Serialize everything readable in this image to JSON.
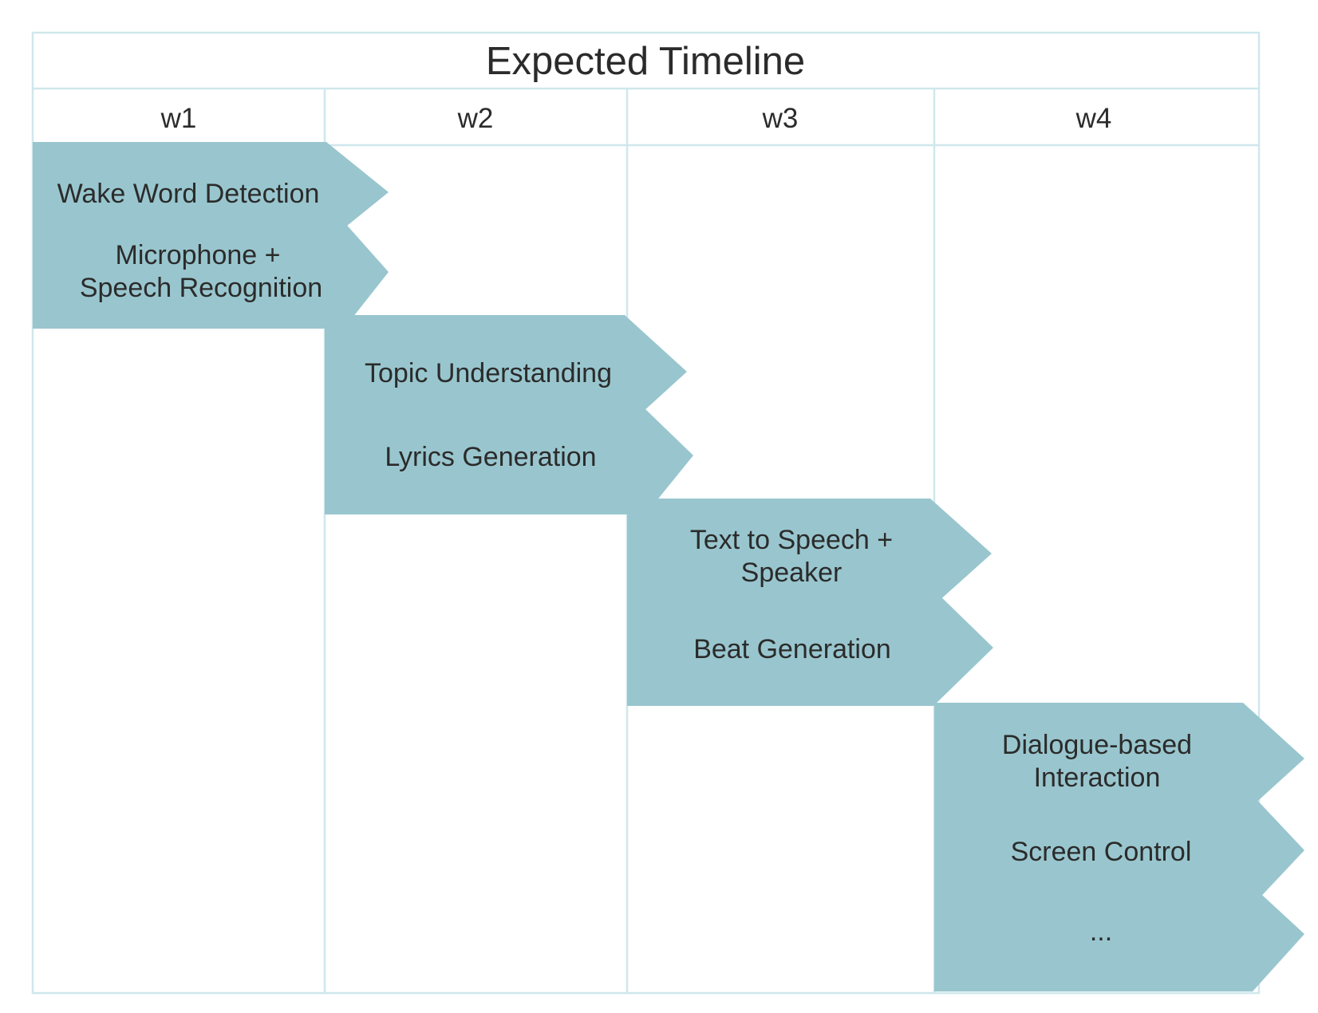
{
  "title": "Expected Timeline",
  "colors": {
    "grid": "#cfe7ec",
    "arrow_fill": "#99c6ce",
    "text": "#2b2b2b",
    "background": "#ffffff"
  },
  "weeks": [
    "w1",
    "w2",
    "w3",
    "w4"
  ],
  "tasks": [
    {
      "lines": [
        "Wake Word Detection"
      ],
      "week": "w1"
    },
    {
      "lines": [
        "Microphone +",
        "Speech Recognition"
      ],
      "week": "w1"
    },
    {
      "lines": [
        "Topic Understanding"
      ],
      "week": "w2"
    },
    {
      "lines": [
        "Lyrics Generation"
      ],
      "week": "w2"
    },
    {
      "lines": [
        "Text to Speech +",
        "Speaker"
      ],
      "week": "w3"
    },
    {
      "lines": [
        "Beat Generation"
      ],
      "week": "w3"
    },
    {
      "lines": [
        "Dialogue-based",
        "Interaction"
      ],
      "week": "w4"
    },
    {
      "lines": [
        "Screen Control"
      ],
      "week": "w4"
    },
    {
      "lines": [
        "..."
      ],
      "week": "w4"
    }
  ]
}
